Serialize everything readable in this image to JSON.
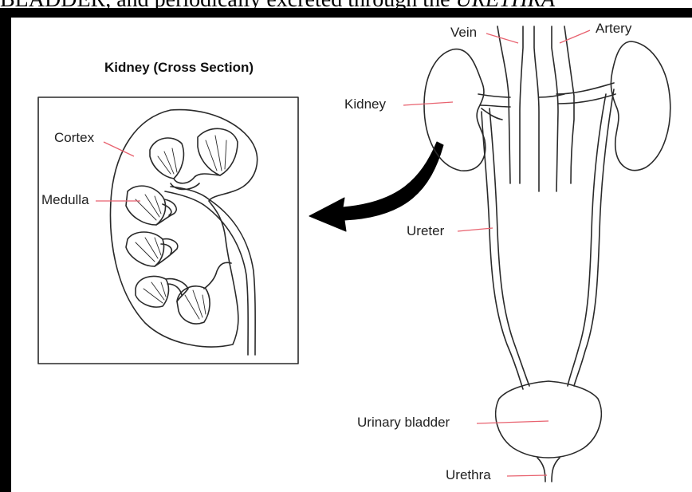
{
  "header_text": {
    "part1": "BLADDER, and periodically excreted through the",
    "part2": "URETHRA"
  },
  "inset": {
    "title": "Kidney (Cross Section)",
    "labels": {
      "cortex": "Cortex",
      "medulla": "Medulla"
    }
  },
  "labels": {
    "vein": "Vein",
    "artery": "Artery",
    "kidney": "Kidney",
    "ureter": "Ureter",
    "urinary_bladder": "Urinary bladder",
    "urethra": "Urethra"
  },
  "colors": {
    "leader_line": "#e8626f",
    "outline": "#2a2a2a",
    "frame": "#000000"
  }
}
